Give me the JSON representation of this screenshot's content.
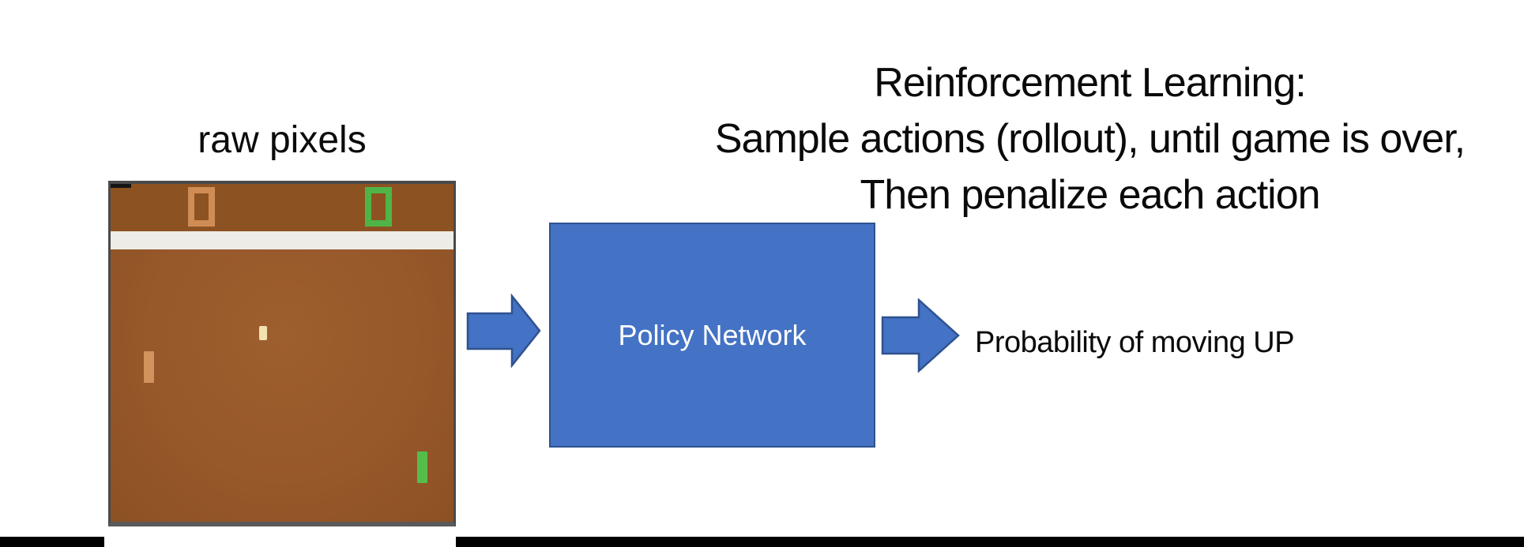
{
  "diagram": {
    "raw_pixels_label": "raw pixels",
    "title_lines": [
      "Reinforcement Learning:",
      "Sample actions (rollout), until game is over,",
      "Then penalize each action"
    ],
    "policy_box_label": "Policy Network",
    "output_label": "Probability of moving UP",
    "game": {
      "name": "pong-screen",
      "left_score": "0",
      "right_score": "0"
    },
    "colors": {
      "accent_blue": "#4472C4",
      "accent_blue_border": "#2F528F",
      "field_brown": "#97582A",
      "scoreboard_brown": "#8D5222",
      "divider_white": "#EDECE7",
      "left_score_tan": "#CF8D55",
      "right_score_green": "#4FB546",
      "left_paddle_tan": "#D2945C",
      "right_paddle_green": "#55BD4B",
      "ball_cream": "#F3E1B0",
      "bottom_bar_black": "#000000"
    }
  }
}
